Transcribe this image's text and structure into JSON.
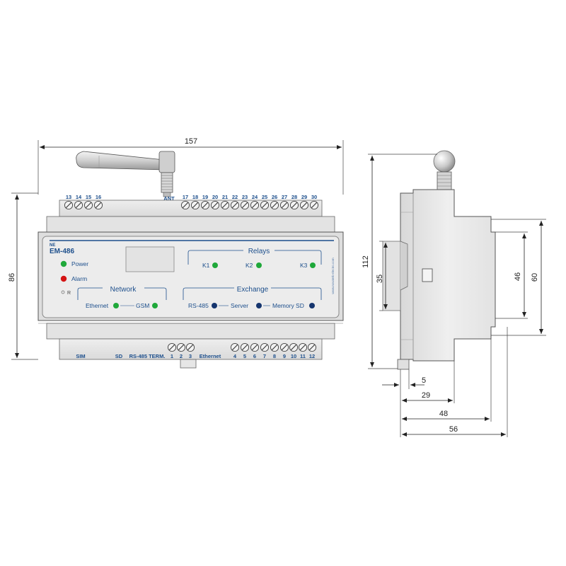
{
  "front_view": {
    "width_dim": "157",
    "height_dim": "86",
    "top_terminals_left": [
      "13",
      "14",
      "15",
      "16"
    ],
    "antenna_label": "ANT",
    "top_terminals_right": [
      "17",
      "18",
      "19",
      "20",
      "21",
      "22",
      "23",
      "24",
      "25",
      "26",
      "27",
      "28",
      "29",
      "30"
    ],
    "model": "EM-486",
    "brand_mark": "NE",
    "website": "www.novatek-electro.com",
    "power_label": "Power",
    "alarm_label": "Alarm",
    "reset_label": "R",
    "network_title": "Network",
    "ethernet_label": "Ethernet",
    "gsm_label": "GSM",
    "relays_title": "Relays",
    "relay_labels": [
      "K1",
      "K2",
      "K3"
    ],
    "exchange_title": "Exchange",
    "rs485_label": "RS-485",
    "server_label": "Server",
    "memory_sd_label": "Memory SD",
    "bottom_labels": {
      "sim": "SIM",
      "sd": "SD",
      "rs485_term": "RS-485 TERM.",
      "ethernet": "Ethernet"
    },
    "bottom_terminals_left": [
      "1",
      "2",
      "3"
    ],
    "bottom_terminals_right": [
      "4",
      "5",
      "6",
      "7",
      "8",
      "9",
      "10",
      "11",
      "12"
    ],
    "colors": {
      "led_green": "#1fa83a",
      "led_red": "#d41414",
      "led_blue": "#15356e",
      "label_blue": "#1d4f8c",
      "body": "#e6e6e6",
      "panel": "#ececec"
    }
  },
  "side_view": {
    "dims": {
      "height_total": "112",
      "depth_35": "35",
      "rail_46": "46",
      "rail_60": "60",
      "offset_5": "5",
      "depth_29": "29",
      "depth_48": "48",
      "depth_56": "56"
    }
  }
}
